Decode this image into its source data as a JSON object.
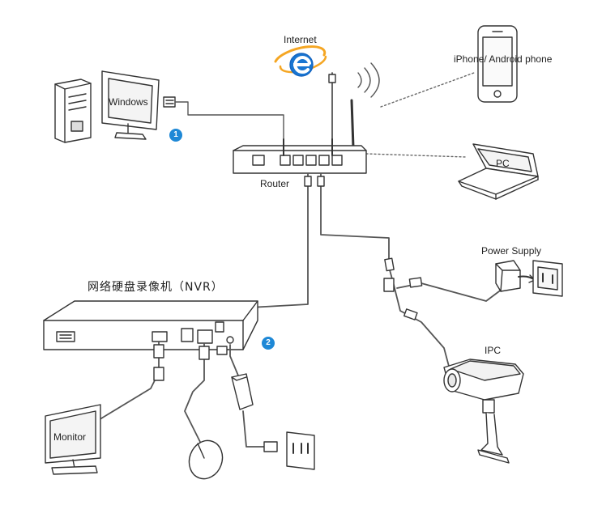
{
  "labels": {
    "internet": "Internet",
    "windows": "Windows",
    "iphone": "iPhone/ Android phone",
    "pc": "PC",
    "router": "Router",
    "power_supply": "Power Supply",
    "nvr_title": "网络硬盘录像机（NVR）",
    "ipc": "IPC",
    "monitor": "Monitor"
  },
  "badges": {
    "step1": "1",
    "step2": "2"
  },
  "colors": {
    "line": "#333333",
    "cable": "#555555",
    "badge": "#1e88d6",
    "ie_blue": "#1976d2",
    "ie_ring": "#f5a623"
  }
}
